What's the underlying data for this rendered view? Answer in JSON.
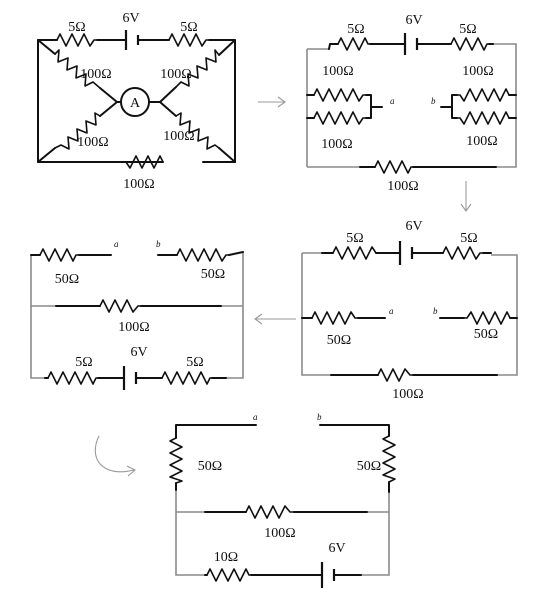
{
  "panel1": {
    "battery": "6V",
    "r_top_left": "5Ω",
    "r_top_right": "5Ω",
    "r_upper_left": "100Ω",
    "r_upper_right": "100Ω",
    "r_lower_left": "100Ω",
    "r_lower_right": "100Ω",
    "r_bottom": "100Ω",
    "ammeter": "A"
  },
  "panel2": {
    "battery": "6V",
    "r_top_left": "5Ω",
    "r_top_right": "5Ω",
    "r_left_top": "100Ω",
    "r_left_bottom": "100Ω",
    "r_right_top": "100Ω",
    "r_right_bottom": "100Ω",
    "r_bottom": "100Ω",
    "node_a": "a",
    "node_b": "b"
  },
  "panel3": {
    "battery": "6V",
    "r_top_left": "5Ω",
    "r_top_right": "5Ω",
    "r_mid_left": "50Ω",
    "r_mid_right": "50Ω",
    "r_bottom": "100Ω",
    "node_a": "a",
    "node_b": "b"
  },
  "panel4": {
    "r_top_left": "50Ω",
    "r_top_right": "50Ω",
    "r_middle": "100Ω",
    "battery": "6V",
    "r_bottom_left": "5Ω",
    "r_bottom_right": "5Ω",
    "node_a": "a",
    "node_b": "b"
  },
  "panel5": {
    "r_left": "50Ω",
    "r_right": "50Ω",
    "r_middle": "100Ω",
    "r_bottom": "10Ω",
    "battery": "6V",
    "node_a": "a",
    "node_b": "b"
  }
}
